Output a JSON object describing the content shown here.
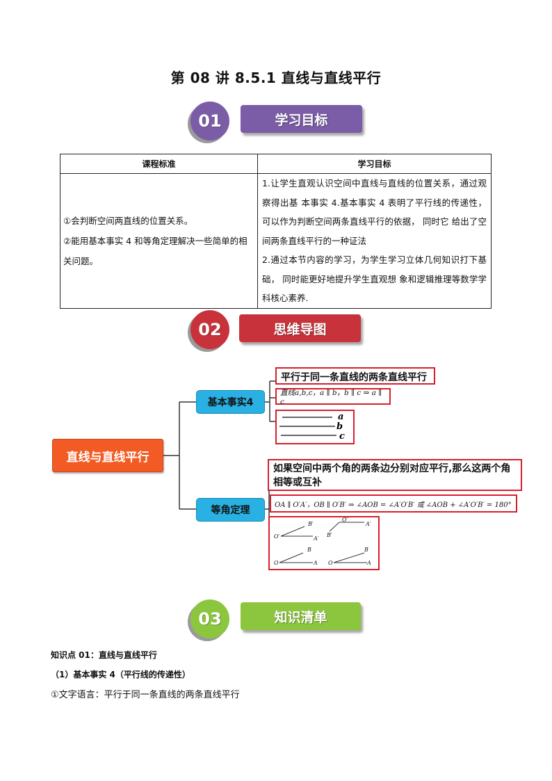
{
  "title": "第 08 讲  8.5.1 直线与直线平行",
  "sections": [
    {
      "number": "01",
      "label": "学习目标",
      "circle_color": "#7b5ca6",
      "label_color": "#7b5ca6"
    },
    {
      "number": "02",
      "label": "思维导图",
      "circle_color": "#c8323a",
      "label_color": "#c8323a"
    },
    {
      "number": "03",
      "label": "知识清单",
      "circle_color": "#8cc63f",
      "label_color": "#8cc63f"
    }
  ],
  "table": {
    "headers": [
      "课程标准",
      "学习目标"
    ],
    "left_lines": [
      "①会判断空间两直线的位置关系。",
      "②能用基本事实 4 和等角定理解决一些简单的相关问题。"
    ],
    "right_lines": [
      "1.让学生直观认识空间中直线与直线的位置关系，通过观察得出基  本事实  4.基本事实  4  表明了平行线的传递性，可以作为判断空间两条直线平行的依据，  同时它  给出了空间两条直线平行的一种证法",
      "2.通过本节内容的学习，为学生学习立体几何知识打下基础，  同时能更好地提升学生直观想  象和逻辑推理等数学学科核心素养."
    ]
  },
  "mindmap": {
    "root": "直线与直线平行",
    "branch1": {
      "label": "基本事实4",
      "statement": "平行于同一条直线的两条直线平行",
      "formula": "直线a,b,c，a ∥ b，b ∥ c ⇒ a ∥ c",
      "line_labels": [
        "a",
        "b",
        "c"
      ]
    },
    "branch2": {
      "label": "等角定理",
      "statement": "如果空间中两个角的两条边分别对应平行,那么这两个角相等或互补",
      "formula": "OA ∥ O′A′，OB ∥ O′B′ ⇒ ∠AOB = ∠A′O′B′ 或 ∠AOB + ∠A′O′B′ = 180°",
      "fig_labels": {
        "top_left": [
          "B′",
          "O′",
          "A′"
        ],
        "top_right": [
          "O′",
          "B′",
          "A′"
        ],
        "bottom_left": [
          "B",
          "O",
          "A"
        ],
        "bottom_right": [
          "B",
          "O",
          "A"
        ]
      }
    }
  },
  "knowledge": {
    "point_title": "知识点 01：直线与直线平行",
    "sub_title": "（1）基本事实 4（平行线的传递性）",
    "item": "①文字语言：平行于同一条直线的两条直线平行"
  }
}
